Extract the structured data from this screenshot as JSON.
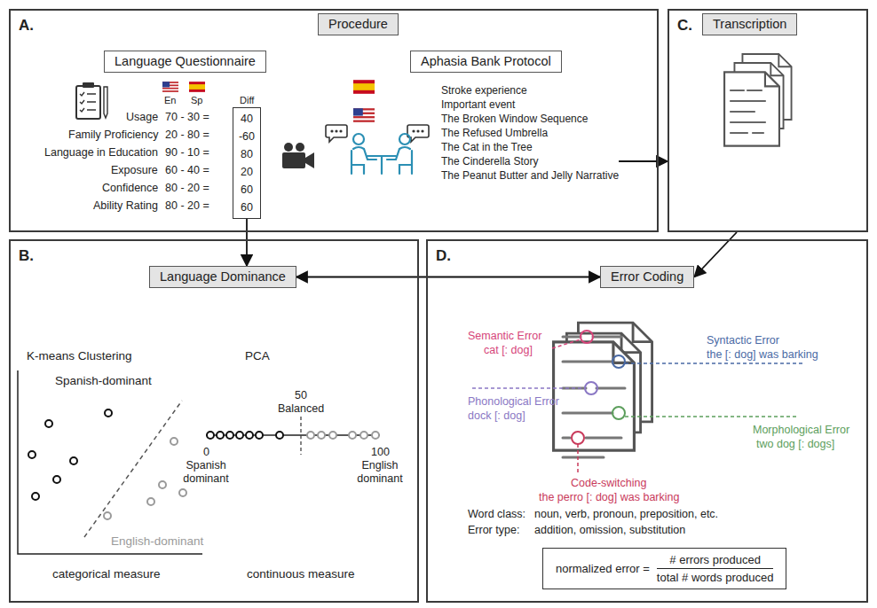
{
  "diagram": {
    "nodes": [
      {
        "text": [
          "A."
        ]
      },
      {
        "text": [
          "Procedure"
        ],
        "in": 0
      },
      {
        "text": [
          "Language Questionnaire"
        ],
        "in": 0
      },
      {
        "text": [
          "Aphasia Bank Protocol",
          "Stroke experience",
          "Important event",
          "The Broken Window Sequence",
          "The Refused Umbrella",
          "The Cat in the Tree",
          "The Cinderella Story",
          "The Peanut Butter and Jelly Narrative"
        ],
        "in": 0
      },
      {
        "text": [
          "40",
          "-60",
          "80",
          "20",
          "60",
          "60"
        ],
        "in": 0
      },
      {
        "text": [
          "B."
        ]
      },
      {
        "text": [
          "Language Dominance"
        ],
        "in": 5
      },
      {
        "text": [
          "C."
        ]
      },
      {
        "text": [
          "Transcription"
        ],
        "in": 7
      },
      {
        "text": [
          "D."
        ]
      },
      {
        "text": [
          "Error Coding"
        ],
        "in": 9
      },
      {
        "text": [
          "normalized error =",
          "# errors produced",
          "total # words produced"
        ],
        "in": 9
      }
    ],
    "edges": [
      {
        "from": 3,
        "to": 7,
        "arrow": "to"
      },
      {
        "from": 7,
        "to": 10,
        "arrow": "to"
      },
      {
        "from": 4,
        "to": 6,
        "arrow": "to"
      },
      {
        "from": 6,
        "to": 10,
        "arrow": "both"
      }
    ],
    "labels": [
      "Usage",
      "Family Proficiency",
      "Language in Education",
      "Exposure",
      "Confidence",
      "Ability Rating",
      "En",
      "Sp",
      "Diff",
      "70 - 30 =",
      "20 - 80 =",
      "90 - 10 =",
      "60 - 40 =",
      "80 - 20 =",
      "80 - 20 =",
      "K-means Clustering",
      "Spanish-dominant",
      "English-dominant",
      "categorical measure",
      "PCA",
      "50",
      "Balanced",
      "0",
      "100",
      "Spanish dominant",
      "English dominant",
      "continuous measure",
      "Semantic Error",
      "cat [: dog]",
      "Syntactic Error",
      "the [: dog] was barking",
      "Phonological Error",
      "dock [: dog]",
      "Morphological Error",
      "two dog [: dogs]",
      "Code-switching",
      "the perro [: dog] was barking",
      "Word class:",
      "noun, verb, pronoun, preposition, etc.",
      "Error type:",
      "addition, omission, substitution"
    ]
  }
}
